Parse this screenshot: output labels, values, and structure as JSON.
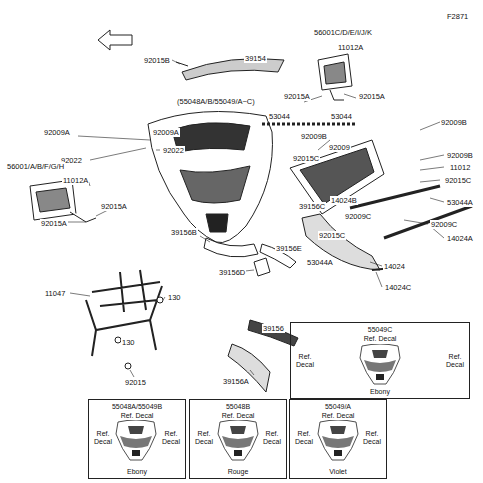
{
  "diagram": {
    "nodes": [
      {
        "text": [
          "55049C",
          "Ref. Decal",
          "Ref. Decal",
          "Ref. Decal",
          "Ebony"
        ]
      },
      {
        "text": [
          "55048A/55049B",
          "Ref. Decal",
          "Ref. Decal",
          "Ref. Decal",
          "Ebony"
        ]
      },
      {
        "text": [
          "55048B",
          "Ref. Decal",
          "Ref. Decal",
          "Ref. Decal",
          "Rouge"
        ]
      },
      {
        "text": [
          "55049/A",
          "Ref. Decal",
          "Ref. Decal",
          "Ref. Decal",
          "Violet"
        ]
      }
    ],
    "labels": [
      "F2871",
      "92015B",
      "39154",
      "56001C/D/E/I/J/K",
      "11012A",
      "(55048A/B/55049/A~C)",
      "92015A",
      "92015A",
      "53044",
      "53044",
      "92009A",
      "92009A",
      "92022",
      "92022",
      "92009B",
      "92009B",
      "92009",
      "92009B",
      "56001/A/B/F/G/H",
      "11012A",
      "92015C",
      "11012",
      "92015C",
      "14024B",
      "53044A",
      "39156C",
      "92015A",
      "92009C",
      "92009C",
      "92015A",
      "92015C",
      "39156B",
      "14024A",
      "39156E",
      "53044A",
      "14024",
      "39156D",
      "14024C",
      "11047",
      "130",
      "39156",
      "130",
      "39156A",
      "92015"
    ]
  }
}
